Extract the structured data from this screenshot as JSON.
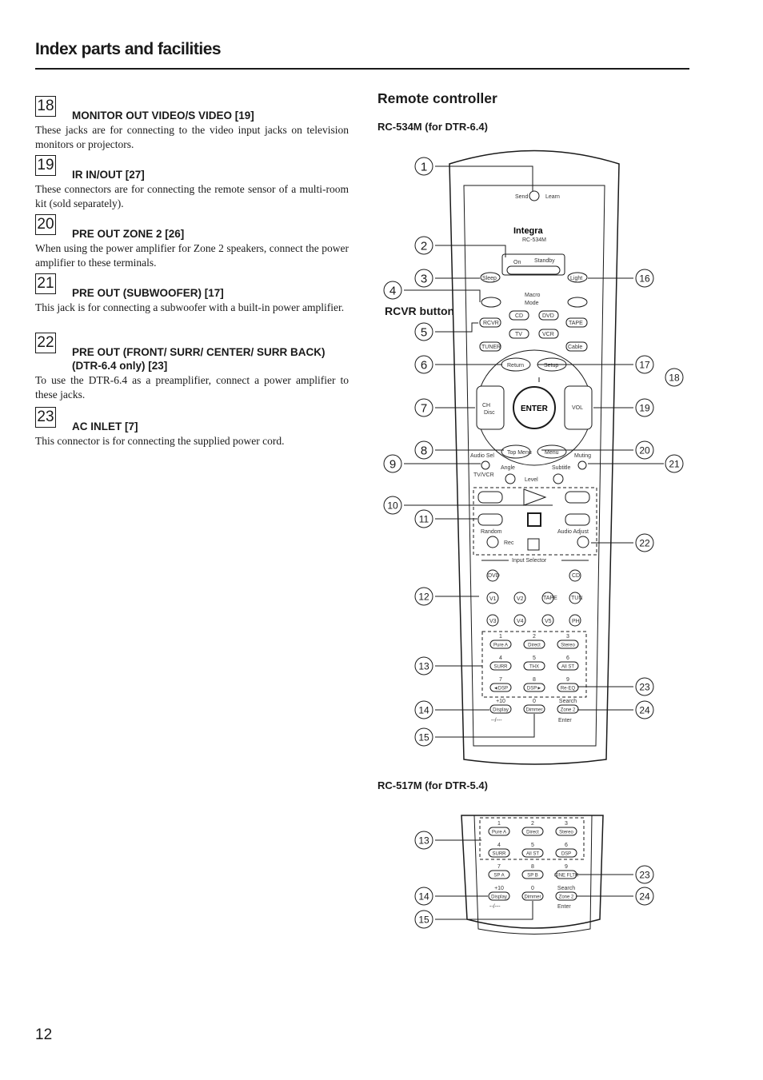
{
  "page": {
    "title": "Index parts and facilities",
    "number": "12"
  },
  "entries": [
    {
      "num": "18",
      "head": "MONITOR OUT VIDEO/S VIDEO [19]",
      "body": "These jacks are for connecting to the video input jacks on television monitors or projectors."
    },
    {
      "num": "19",
      "head": "IR IN/OUT [27]",
      "body": "These connectors are for connecting the remote sensor of a multi-room kit (sold separately)."
    },
    {
      "num": "20",
      "head": "PRE OUT ZONE 2 [26]",
      "body": "When using the power amplifier for Zone 2 speakers, connect the power amplifier to these terminals."
    },
    {
      "num": "21",
      "head": "PRE OUT (SUBWOOFER) [17]",
      "body": "This jack is for connecting a subwoofer with a built-in power amplifier."
    },
    {
      "num": "22",
      "head": "PRE OUT (FRONT/ SURR/ CENTER/ SURR BACK) (DTR-6.4 only) [23]",
      "body": "To use the DTR-6.4 as a preamplifier, connect a power amplifier to these jacks."
    },
    {
      "num": "23",
      "head": "AC INLET [7]",
      "body": "This connector is for connecting the supplied power cord."
    }
  ],
  "remote": {
    "section_title": "Remote controller",
    "model1": "RC-534M (for DTR-6.4)",
    "model2": "RC-517M (for DTR-5.4)",
    "rcvr_label": "RCVR button",
    "brand": "Integra",
    "brand_model": "RC-534M",
    "labels": {
      "send": "Send",
      "learn": "Learn",
      "on": "On",
      "standby": "Standby",
      "sleep": "Sleep",
      "light": "Light",
      "macro": "Macro",
      "mode": "Mode",
      "rcvr": "RCVR",
      "cd": "CD",
      "dvd": "DVD",
      "tape": "TAPE",
      "tv": "TV",
      "vcr": "VCR",
      "tuner": "TUNER",
      "cable": "Cable",
      "return": "Return",
      "setup": "Setup",
      "ch": "CH",
      "disc": "Disc",
      "enter": "ENTER",
      "vol": "VOL",
      "top_menu": "Top Menu",
      "menu": "Menu",
      "audio_sel": "Audio Sel",
      "muting": "Muting",
      "angle": "Angle",
      "subtitle": "Subtitle",
      "tv_vcr": "TV/VCR",
      "level": "Level",
      "random": "Random",
      "audio_adjust": "Audio Adjust",
      "rec": "Rec",
      "input_selector": "Input Selector",
      "in_dvd": "DVD",
      "in_cd": "CD",
      "in_v1": "V1",
      "in_v2": "V2",
      "in_tape": "TAPE",
      "in_tuner": "TUN",
      "in_v3": "V3",
      "in_v4": "V4",
      "in_v5": "V5",
      "in_phono": "PH"
    },
    "keypad1": [
      [
        "1",
        "Pure A"
      ],
      [
        "2",
        "Direct"
      ],
      [
        "3",
        "Stereo"
      ],
      [
        "4",
        "SURR"
      ],
      [
        "5",
        "THX"
      ],
      [
        "6",
        "All ST"
      ],
      [
        "7",
        "◄DSP"
      ],
      [
        "8",
        "DSP►"
      ],
      [
        "9",
        "Re-EQ"
      ],
      [
        "+10",
        "Display"
      ],
      [
        "0",
        "Dimmer"
      ],
      [
        "Search",
        "Zone 2"
      ]
    ],
    "keypad2": [
      [
        "1",
        "Pure A"
      ],
      [
        "2",
        "Direct"
      ],
      [
        "3",
        "Stereo"
      ],
      [
        "4",
        "SURR"
      ],
      [
        "5",
        "All ST"
      ],
      [
        "6",
        "DSP"
      ],
      [
        "7",
        "SP A"
      ],
      [
        "8",
        "SP B"
      ],
      [
        "9",
        "CINE FLTR"
      ],
      [
        "+10",
        "Display"
      ],
      [
        "0",
        "Dimmer"
      ],
      [
        "Search",
        "Zone 2"
      ]
    ],
    "enter_label": "Enter",
    "dash_label": "--/---",
    "callouts1": [
      "1",
      "2",
      "3",
      "4",
      "5",
      "6",
      "7",
      "8",
      "9",
      "10",
      "11",
      "12",
      "13",
      "14",
      "15",
      "16",
      "17",
      "18",
      "19",
      "20",
      "21",
      "22",
      "23",
      "24"
    ],
    "callouts2": [
      "13",
      "14",
      "15",
      "23",
      "24"
    ]
  }
}
